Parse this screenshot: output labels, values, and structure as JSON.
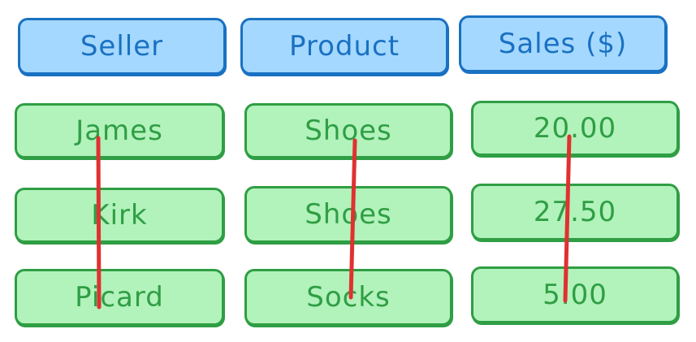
{
  "table": {
    "headers": [
      "Seller",
      "Product",
      "Sales ($)"
    ],
    "rows": [
      [
        "James",
        "Shoes",
        "20.00"
      ],
      [
        "Kirk",
        "Shoes",
        "27.50"
      ],
      [
        "Picard",
        "Socks",
        "5.00"
      ]
    ]
  },
  "colors": {
    "header_fill": "#a5d8ff",
    "header_stroke": "#1971c2",
    "cell_fill": "#b2f2bb",
    "cell_stroke": "#2f9e44",
    "strike_line": "#e03131"
  }
}
